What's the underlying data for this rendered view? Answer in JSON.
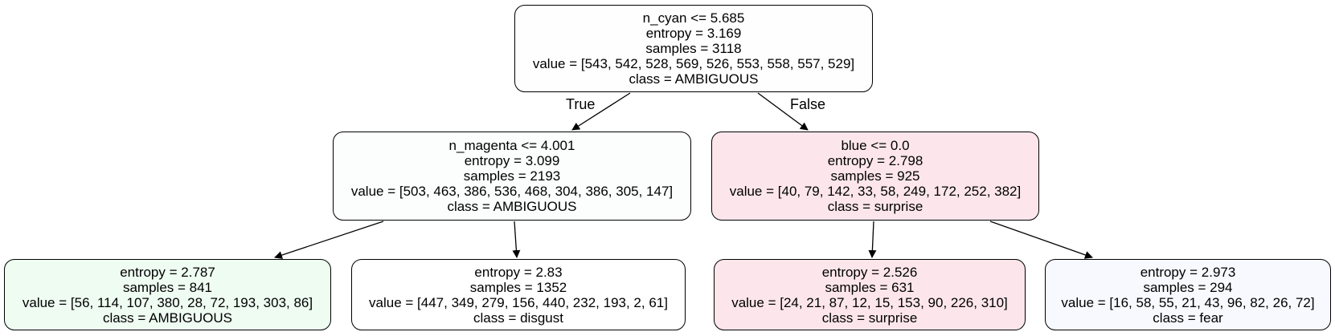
{
  "tree": {
    "nodes": [
      {
        "split": "n_cyan <= 5.685",
        "entropy": "entropy = 3.169",
        "samples": "samples = 3118",
        "value": "value = [543, 542, 528, 569, 526, 553, 558, 557, 529]",
        "class": "class = AMBIGUOUS",
        "fill": "#fefefe"
      },
      {
        "split": "n_magenta <= 4.001",
        "entropy": "entropy = 3.099",
        "samples": "samples = 2193",
        "value": "value = [503, 463, 386, 536, 468, 304, 386, 305, 147]",
        "class": "class = AMBIGUOUS",
        "fill": "#fbfefd"
      },
      {
        "split": "blue <= 0.0",
        "entropy": "entropy = 2.798",
        "samples": "samples = 925",
        "value": "value = [40, 79, 142, 33, 58, 249, 172, 252, 382]",
        "class": "class = surprise",
        "fill": "#fce6ec"
      },
      {
        "entropy": "entropy = 2.787",
        "samples": "samples = 841",
        "value": "value = [56, 114, 107, 380, 28, 72, 193, 303, 86]",
        "class": "class = AMBIGUOUS",
        "fill": "#eefcf1"
      },
      {
        "entropy": "entropy = 2.83",
        "samples": "samples = 1352",
        "value": "value = [447, 349, 279, 156, 440, 232, 193, 2, 61]",
        "class": "class = disgust",
        "fill": "#ffffff"
      },
      {
        "entropy": "entropy = 2.526",
        "samples": "samples = 631",
        "value": "value = [24, 21, 87, 12, 15, 153, 90, 226, 310]",
        "class": "class = surprise",
        "fill": "#fce6eb"
      },
      {
        "entropy": "entropy = 2.973",
        "samples": "samples = 294",
        "value": "value = [16, 58, 55, 21, 43, 96, 82, 26, 72]",
        "class": "class = fear",
        "fill": "#f7f9fe"
      }
    ],
    "edge_labels": {
      "true": "True",
      "false": "False"
    }
  }
}
